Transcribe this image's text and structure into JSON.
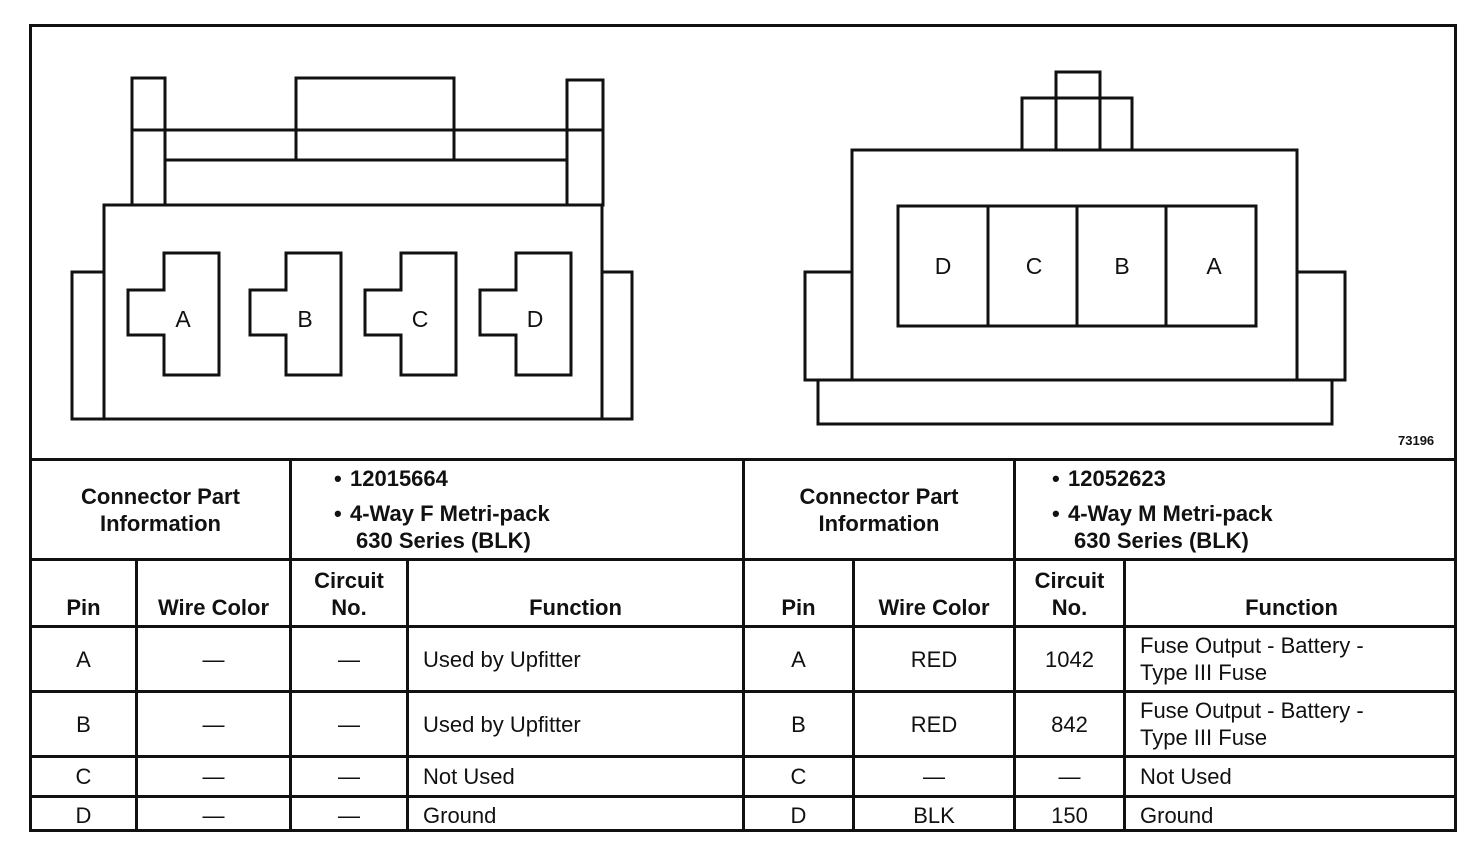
{
  "figure_id": "73196",
  "female_connector": {
    "cavities": [
      "A",
      "B",
      "C",
      "D"
    ]
  },
  "male_connector": {
    "cavities": [
      "D",
      "C",
      "B",
      "A"
    ]
  },
  "left_connector": {
    "info_label": [
      "Connector Part",
      "Information"
    ],
    "part_number": "12015664",
    "description_line1": "4-Way F Metri-pack",
    "description_line2": "630 Series (BLK)",
    "headers": {
      "pin": "Pin",
      "wire_color": "Wire Color",
      "circuit": [
        "Circuit",
        "No."
      ],
      "function": "Function"
    },
    "rows": [
      {
        "pin": "A",
        "wire_color": "—",
        "circuit": "—",
        "function": [
          "Used by Upfitter"
        ]
      },
      {
        "pin": "B",
        "wire_color": "—",
        "circuit": "—",
        "function": [
          "Used by Upfitter"
        ]
      },
      {
        "pin": "C",
        "wire_color": "—",
        "circuit": "—",
        "function": [
          "Not Used"
        ]
      },
      {
        "pin": "D",
        "wire_color": "—",
        "circuit": "—",
        "function": [
          "Ground"
        ]
      }
    ]
  },
  "right_connector": {
    "info_label": [
      "Connector Part",
      "Information"
    ],
    "part_number": "12052623",
    "description_line1": "4-Way M Metri-pack",
    "description_line2": "630 Series (BLK)",
    "headers": {
      "pin": "Pin",
      "wire_color": "Wire Color",
      "circuit": [
        "Circuit",
        "No."
      ],
      "function": "Function"
    },
    "rows": [
      {
        "pin": "A",
        "wire_color": "RED",
        "circuit": "1042",
        "function": [
          "Fuse Output - Battery -",
          "Type III Fuse"
        ]
      },
      {
        "pin": "B",
        "wire_color": "RED",
        "circuit": "842",
        "function": [
          "Fuse Output - Battery -",
          "Type III Fuse"
        ]
      },
      {
        "pin": "C",
        "wire_color": "—",
        "circuit": "—",
        "function": [
          "Not Used"
        ]
      },
      {
        "pin": "D",
        "wire_color": "BLK",
        "circuit": "150",
        "function": [
          "Ground"
        ]
      }
    ]
  }
}
